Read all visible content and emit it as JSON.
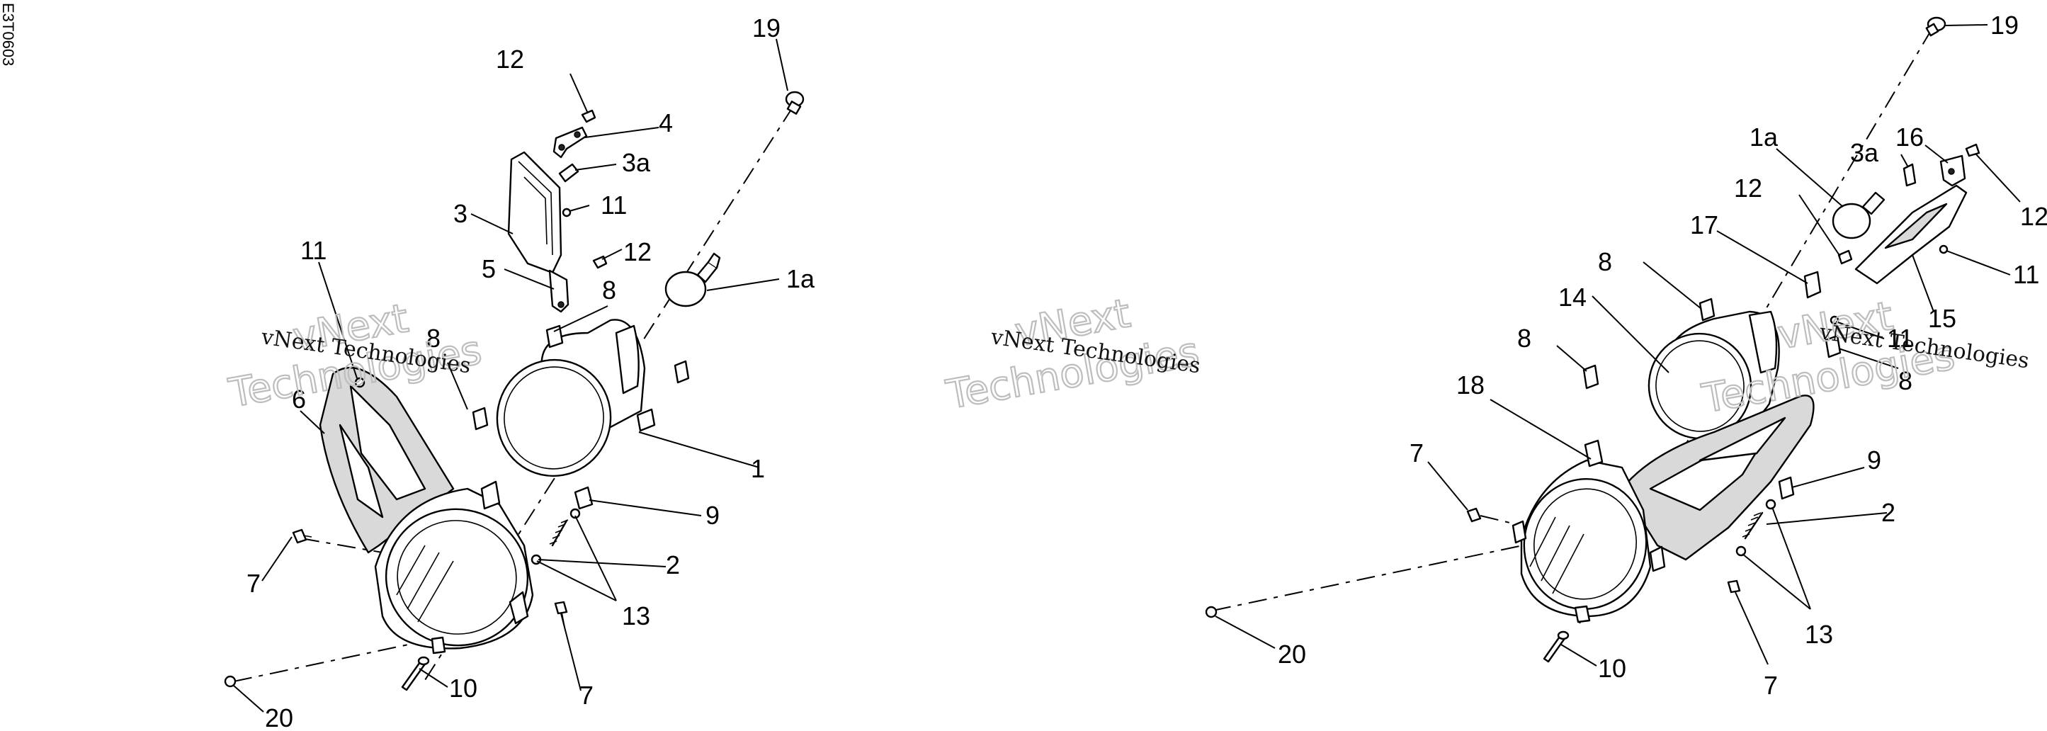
{
  "figure_code": "E3T0603",
  "watermark": {
    "line1": "vNext Technologies",
    "line2_top": "vNext",
    "line2_bottom": "Technologies"
  },
  "left_view": {
    "callouts": {
      "c19": "19",
      "c12a": "12",
      "c4": "4",
      "c3a": "3a",
      "c3": "3",
      "c11a": "11",
      "c5": "5",
      "c12b": "12",
      "c8a": "8",
      "c1a": "1a",
      "c11b": "11",
      "c8b": "8",
      "c6": "6",
      "c1": "1",
      "c9": "9",
      "c2": "2",
      "c7a": "7",
      "c13": "13",
      "c10": "10",
      "c7b": "7",
      "c20": "20"
    }
  },
  "right_view": {
    "callouts": {
      "c19": "19",
      "c1a": "1a",
      "c16": "16",
      "c3a": "3a",
      "c12a": "12",
      "c12b": "12",
      "c17": "17",
      "c11a": "11",
      "c8a": "8",
      "c15": "15",
      "c14": "14",
      "c11b": "11",
      "c8b": "8",
      "c8c": "8",
      "c18": "18",
      "c7a": "7",
      "c9": "9",
      "c2": "2",
      "c20": "20",
      "c13": "13",
      "c10": "10",
      "c7b": "7"
    }
  }
}
